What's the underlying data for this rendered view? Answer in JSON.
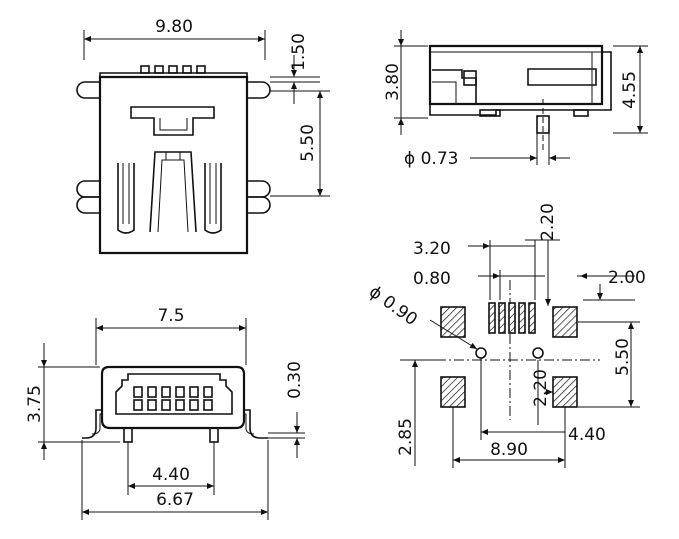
{
  "top_view": {
    "width": "9.80",
    "tab_offset": "1.50",
    "tab_pitch": "5.50"
  },
  "side_view": {
    "height": "3.80",
    "overall_height": "4.55",
    "post_diameter": "ϕ 0.73"
  },
  "front_view": {
    "width": "7.5",
    "height": "3.75",
    "lead_offset": "0.30",
    "peg_spacing": "4.40",
    "lead_span": "6.67"
  },
  "footprint": {
    "pad_group_width": "3.20",
    "pin_pitch": "0.80",
    "pad_height": "2.20",
    "pad_width": "2.00",
    "hole_diameter": "ϕ 0.90",
    "vertical_pitch": "5.50",
    "hole_to_pad": "2.20",
    "hole_spacing": "4.40",
    "pad_span": "8.90",
    "lower_offset": "2.85"
  }
}
